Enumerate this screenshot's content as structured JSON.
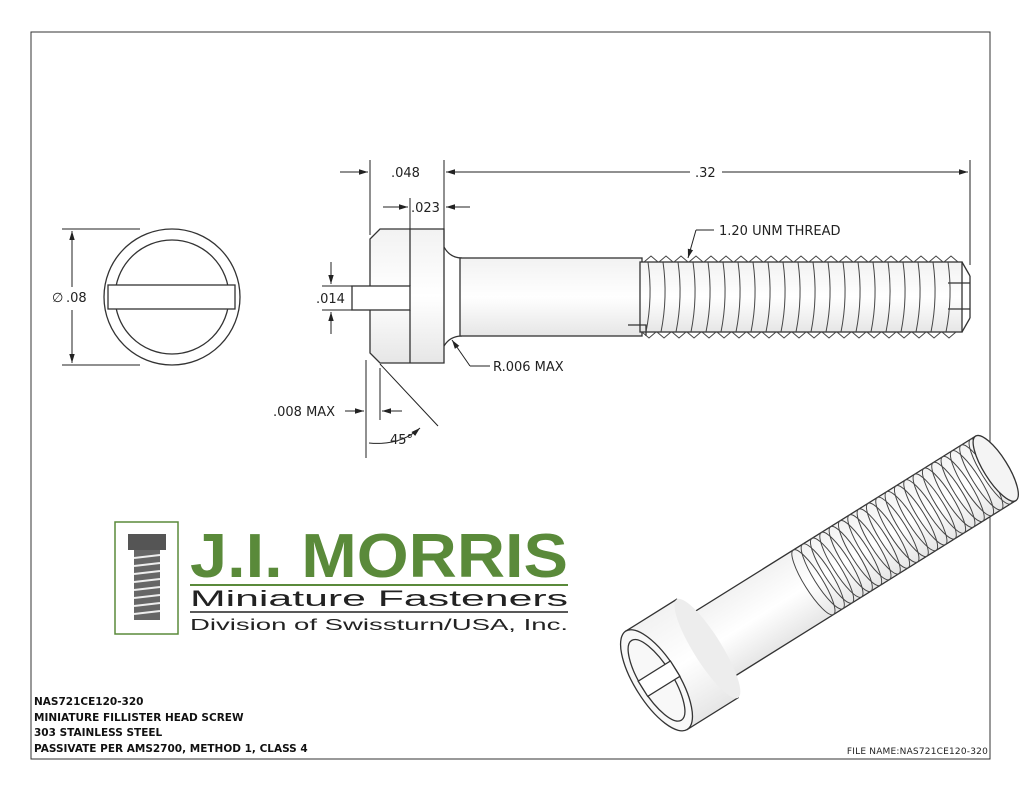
{
  "dimensions": {
    "head_height": ".048",
    "slot_depth": ".023",
    "length": ".32",
    "thread": "1.20 UNM THREAD",
    "diameter_symbol": "∅",
    "diameter": ".08",
    "slot_width": ".014",
    "fillet_radius": "R.006 MAX",
    "chamfer": ".008 MAX",
    "angle": "45°"
  },
  "logo": {
    "name": "J.I. MORRIS",
    "tagline": "Miniature Fasteners",
    "division": "Division of Swissturn/USA, Inc.",
    "green": "#5a8a3a"
  },
  "title_block": {
    "part_number": "NAS721CE120-320",
    "description": "MINIATURE FILLISTER HEAD SCREW",
    "material": "303 STAINLESS STEEL",
    "finish": "PASSIVATE PER AMS2700, METHOD 1, CLASS 4"
  },
  "file_name": "FILE NAME:NAS721CE120-320"
}
